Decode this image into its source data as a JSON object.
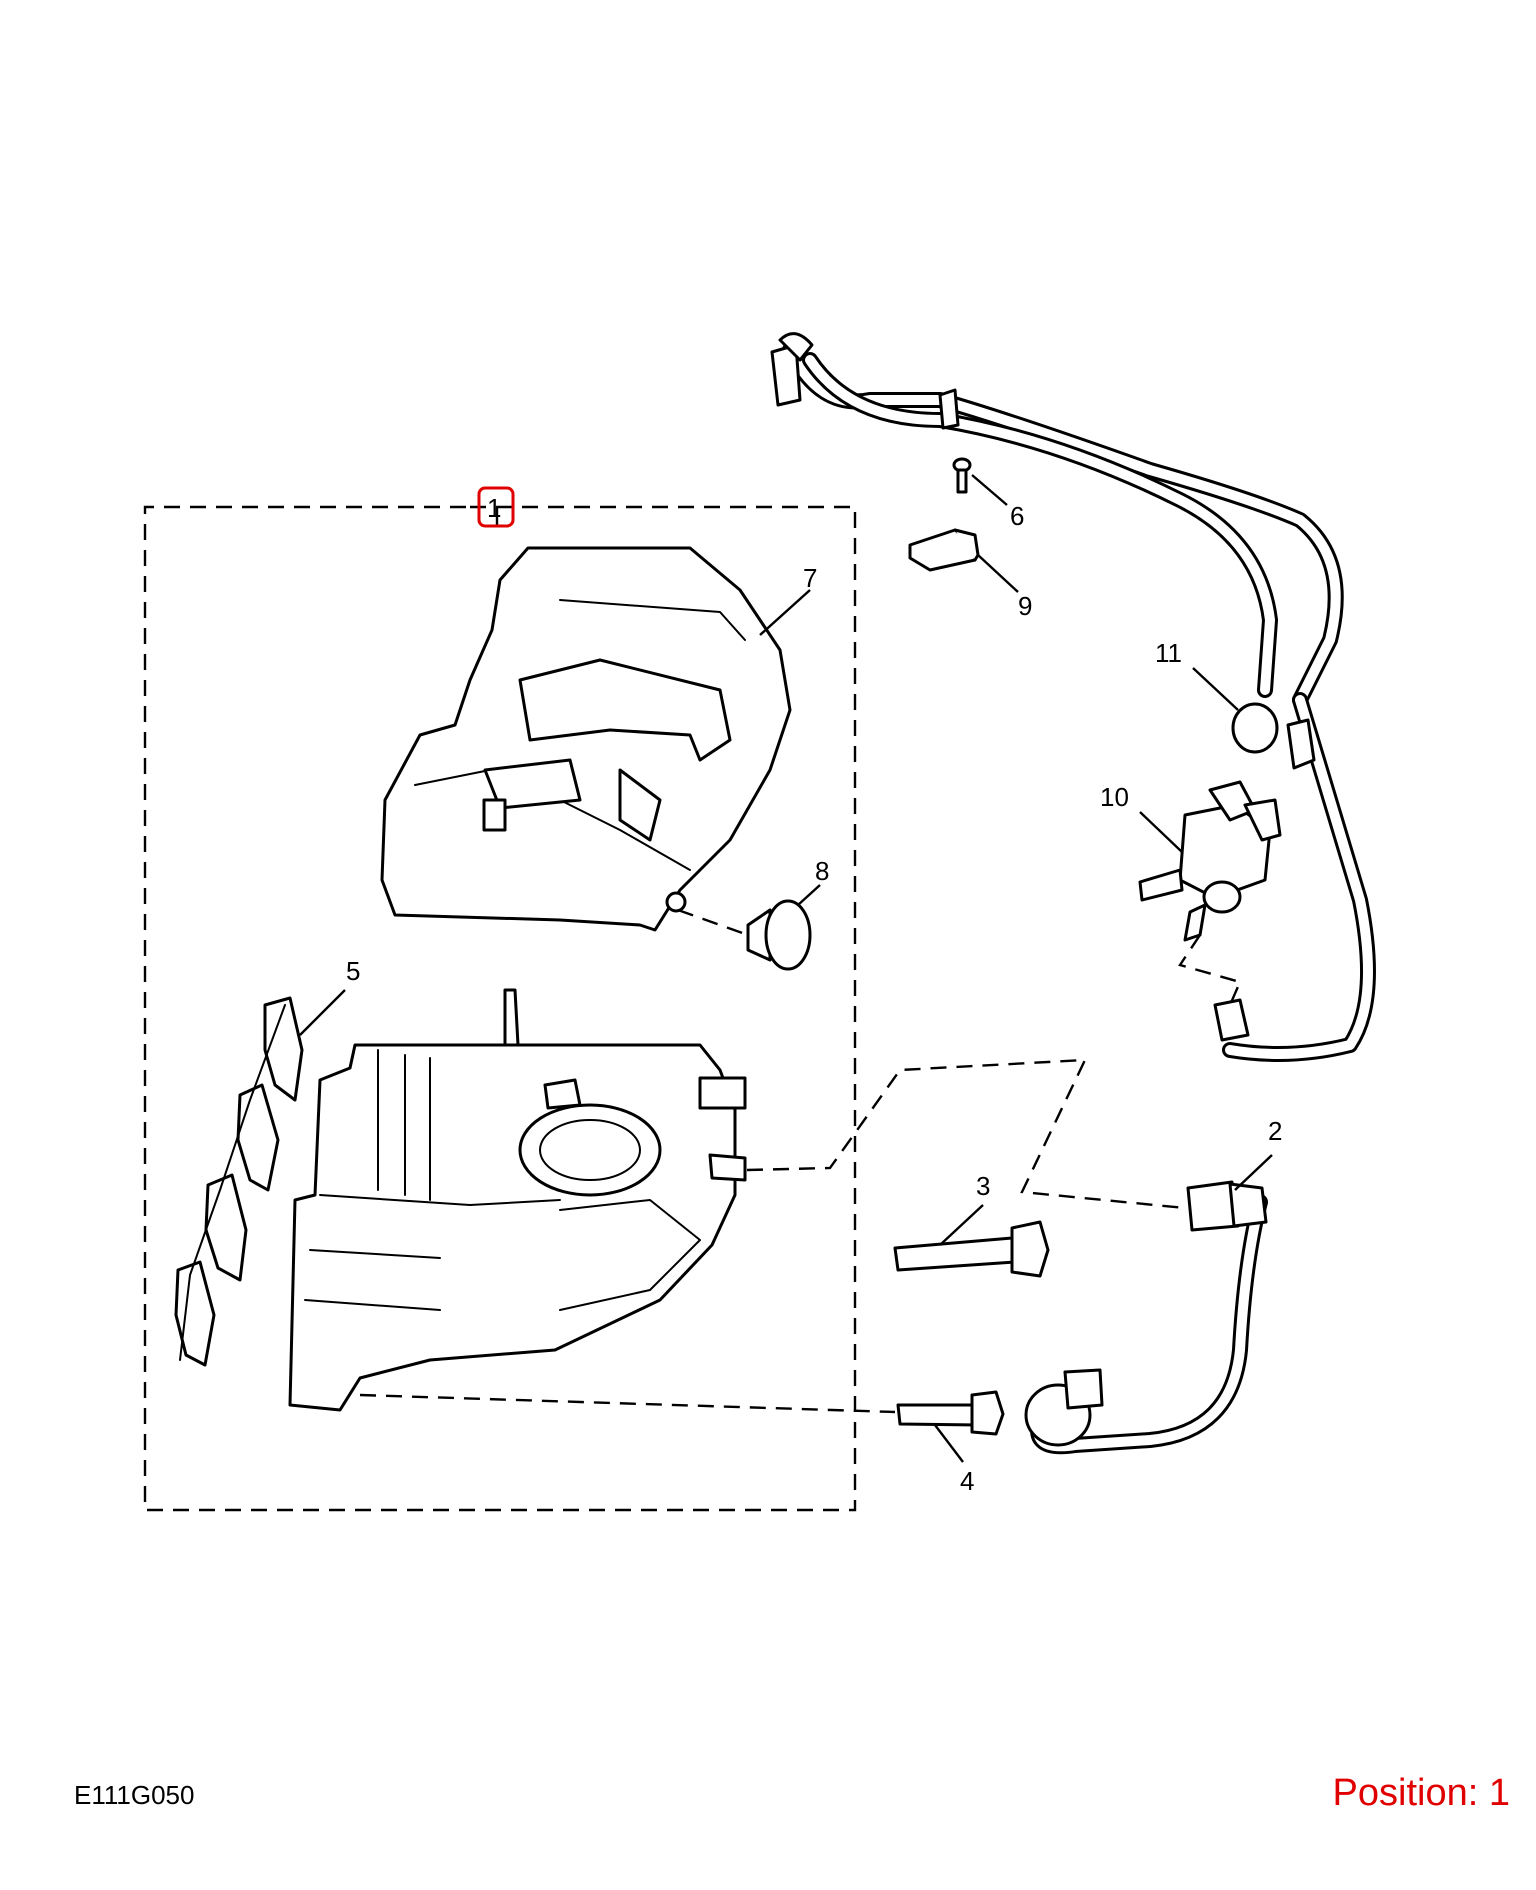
{
  "diagram": {
    "code": "E111G050",
    "position_text": "Position: 1",
    "highlight_color": "#e00000",
    "callouts": [
      "1",
      "2",
      "3",
      "4",
      "5",
      "6",
      "7",
      "8",
      "9",
      "10",
      "11"
    ]
  }
}
